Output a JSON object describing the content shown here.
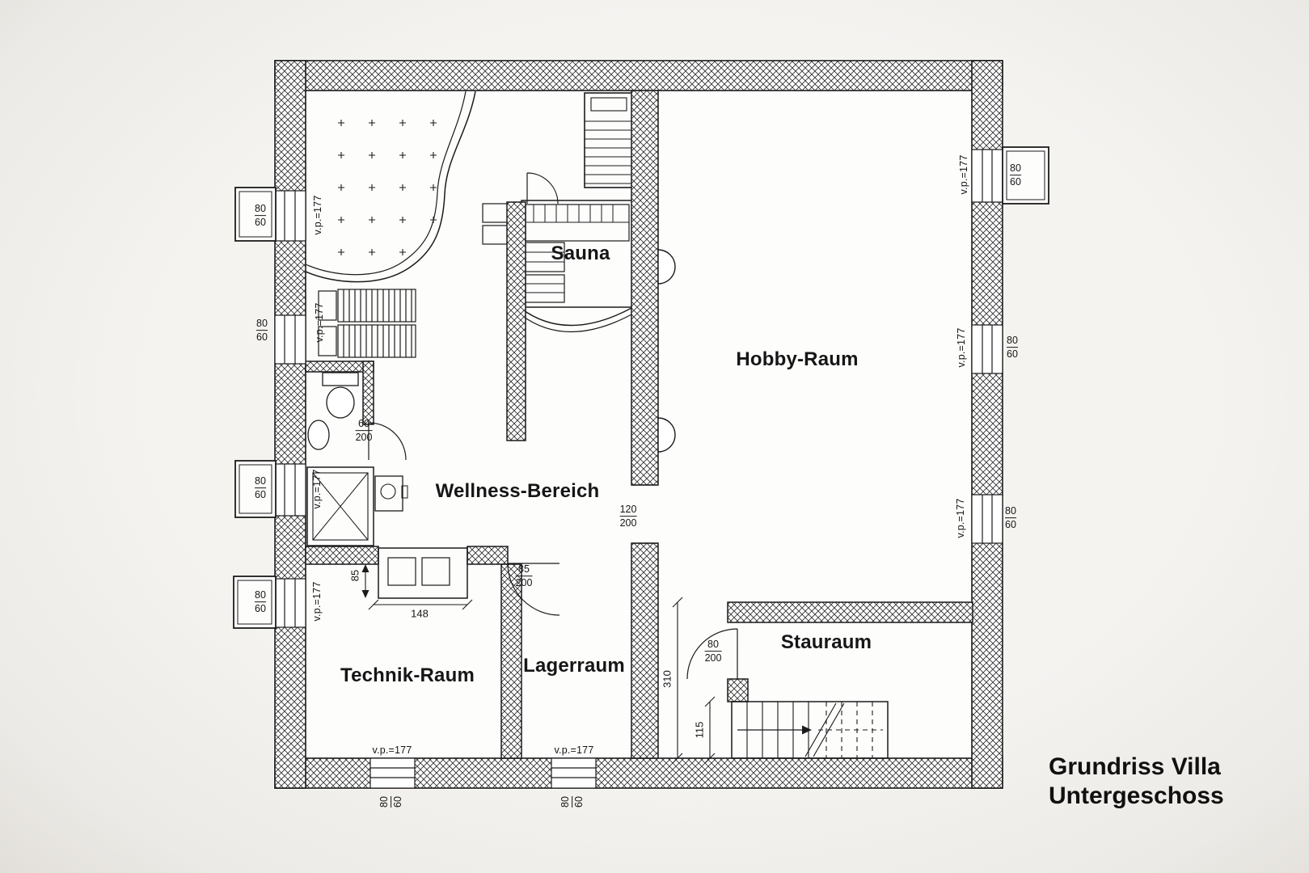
{
  "drawing": {
    "title_line1": "Grundriss Villa",
    "title_line2": "Untergeschoss"
  },
  "rooms": {
    "sauna": "Sauna",
    "hobby": "Hobby-Raum",
    "wellness": "Wellness-Bereich",
    "technik": "Technik-Raum",
    "lager": "Lagerraum",
    "stauraum": "Stauraum"
  },
  "window_label": {
    "num": "80",
    "den": "60"
  },
  "parapet_label": "v.p.=177",
  "door_labels": {
    "wc": {
      "num": "60",
      "den": "200"
    },
    "storage": {
      "num": "85",
      "den": "200"
    },
    "hobby": {
      "num": "120",
      "den": "200"
    },
    "stauraum": {
      "num": "80",
      "den": "200"
    }
  },
  "dimensions": {
    "closet_width": "148",
    "closet_depth": "85",
    "stair_length": "310",
    "stair_width": "115"
  },
  "colors": {
    "ink": "#1b1b1b",
    "paper": "#f2f0ec"
  }
}
